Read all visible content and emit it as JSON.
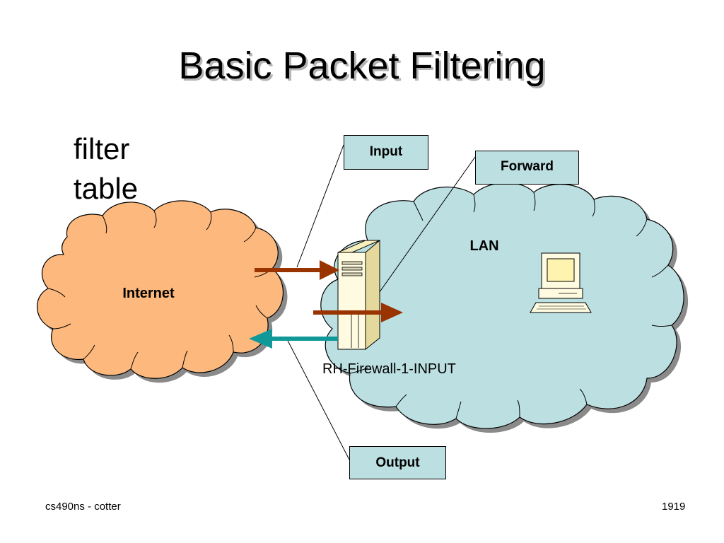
{
  "slide": {
    "title": "Basic Packet Filtering",
    "subtitle_line1": "filter",
    "subtitle_line2": "table",
    "footer_left": "cs490ns - cotter",
    "footer_right": "1919"
  },
  "diagram": {
    "internet_label": "Internet",
    "lan_label": "LAN",
    "firewall_label": "RH-Firewall-1-INPUT",
    "input_label": "Input",
    "forward_label": "Forward",
    "output_label": "Output",
    "colors": {
      "internet_cloud": "#fcb87d",
      "lan_cloud": "#bcdfe1",
      "label_box": "#bcdfe1",
      "inbound_arrow": "#993300",
      "outbound_arrow": "#119999",
      "cloud_shadow": "#8a8a8a"
    },
    "icons": [
      "firewall-server-icon",
      "lan-computer-icon"
    ]
  }
}
